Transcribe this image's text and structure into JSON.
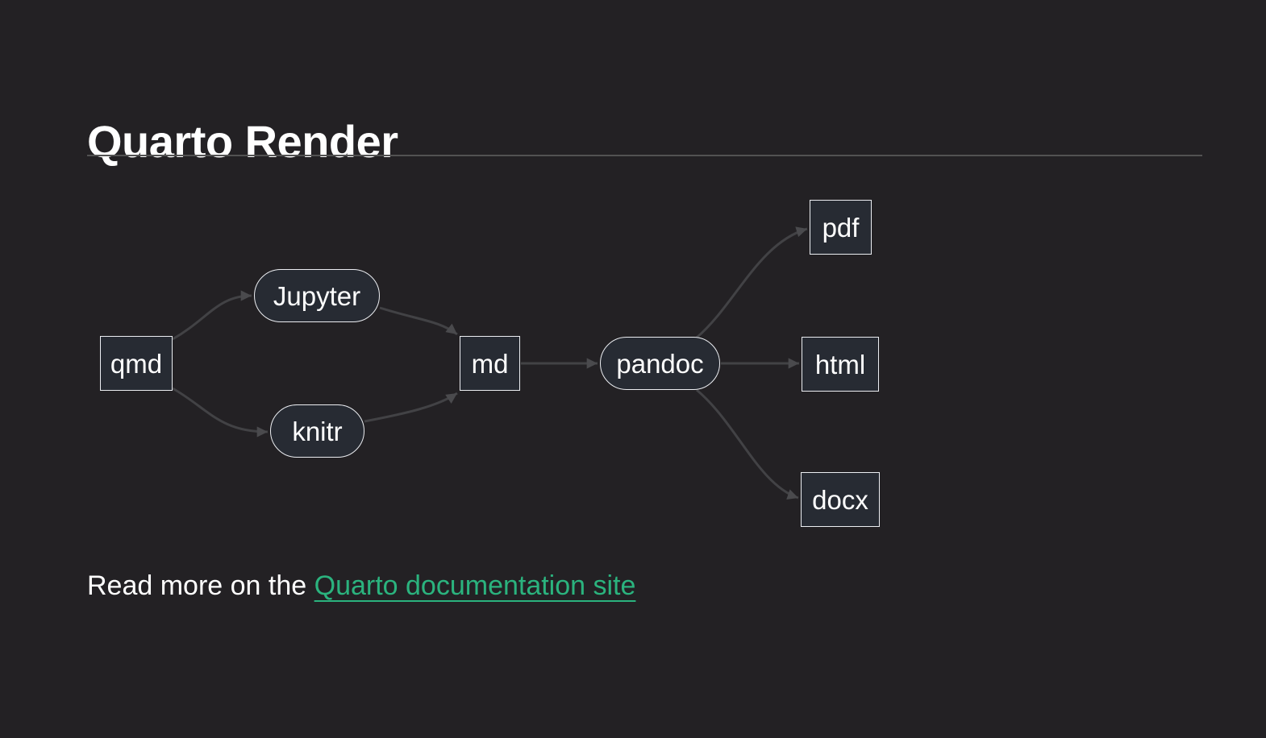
{
  "page": {
    "title": "Quarto Render",
    "background_color": "#232124"
  },
  "diagram": {
    "type": "flowchart-left-to-right",
    "nodes": [
      {
        "id": "qmd",
        "label": "qmd",
        "shape": "rectangle"
      },
      {
        "id": "jupyter",
        "label": "Jupyter",
        "shape": "stadium"
      },
      {
        "id": "knitr",
        "label": "knitr",
        "shape": "stadium"
      },
      {
        "id": "md",
        "label": "md",
        "shape": "rectangle"
      },
      {
        "id": "pandoc",
        "label": "pandoc",
        "shape": "stadium"
      },
      {
        "id": "pdf",
        "label": "pdf",
        "shape": "rectangle"
      },
      {
        "id": "html",
        "label": "html",
        "shape": "rectangle"
      },
      {
        "id": "docx",
        "label": "docx",
        "shape": "rectangle"
      }
    ],
    "edges": [
      {
        "from": "qmd",
        "to": "jupyter"
      },
      {
        "from": "qmd",
        "to": "knitr"
      },
      {
        "from": "jupyter",
        "to": "md"
      },
      {
        "from": "knitr",
        "to": "md"
      },
      {
        "from": "md",
        "to": "pandoc"
      },
      {
        "from": "pandoc",
        "to": "pdf"
      },
      {
        "from": "pandoc",
        "to": "html"
      },
      {
        "from": "pandoc",
        "to": "docx"
      }
    ],
    "colors": {
      "node_fill": "#272b33",
      "node_border": "#eceef2",
      "edge": "#424245",
      "label": "#ffffff"
    }
  },
  "footer": {
    "prefix": "Read more on the ",
    "link": {
      "label": "Quarto documentation site",
      "color": "#2bb37e"
    }
  }
}
